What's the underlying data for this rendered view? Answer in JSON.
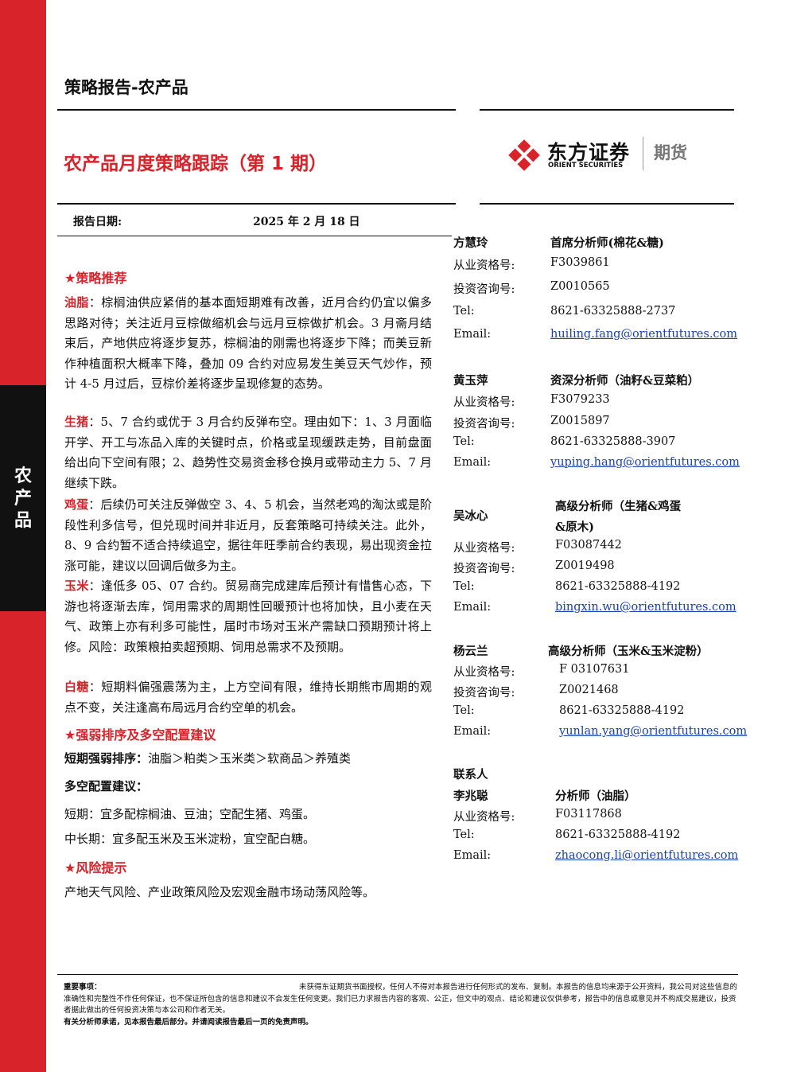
{
  "sidebar": {
    "label": "农\n产\n品"
  },
  "header": {
    "category": "策略报告-农产品",
    "title": "农产品月度策略跟踪（第 1 期）"
  },
  "logo": {
    "cn": "东方证券",
    "en": "ORIENT SECURITIES",
    "suffix": "期货",
    "brand_color": "#d8232a"
  },
  "report_date": {
    "label": "报告日期:",
    "value": "2025 年 2 月 18 日"
  },
  "sections": {
    "strategy_title": "★策略推荐",
    "oil_label": "油脂",
    "oil_text": "：棕榈油供应紧俏的基本面短期难有改善，近月合约仍宜以偏多思路对待；关注近月豆棕做缩机会与远月豆棕做扩机会。3 月斋月结束后，产地供应将逐步复苏，棕榈油的刚需也将逐步下降；而美豆新作种植面积大概率下降，叠加 09 合约对应易发生美豆天气炒作，预计 4-5 月过后，豆棕价差将逐步呈现修复的态势。",
    "hog_label": "生猪",
    "hog_text": "：5、7 合约或优于 3 月合约反弹布空。理由如下：1、3 月面临开学、开工与冻品入库的关键时点，价格或呈现缓跌走势，目前盘面给出向下空间有限；2、趋势性交易资金移仓换月或带动主力 5、7 月继续下跌。",
    "egg_label": "鸡蛋",
    "egg_text": "：后续仍可关注反弹做空 3、4、5 机会，当然老鸡的淘汰或是阶段性利多信号，但兑现时间并非近月，反套策略可持续关注。此外，8、9 合约暂不适合持续追空，据往年旺季前合约表现，易出现资金拉涨可能，建议以回调后做多为主。",
    "corn_label": "玉米",
    "corn_text": "：逢低多 05、07 合约。贸易商完成建库后预计有惜售心态，下游也将逐渐去库，饲用需求的周期性回暖预计也将加快，且小麦在天气、政策上亦有利多可能性，届时市场对玉米产需缺口预期预计将上修。风险：政策粮拍卖超预期、饲用总需求不及预期。",
    "sugar_label": "白糖",
    "sugar_text": "：短期料偏强震荡为主，上方空间有限，维持长期熊市周期的观点不变，关注逢高布局远月合约空单的机会。",
    "rank_title": "★强弱排序及多空配置建议",
    "rank_label": "短期强弱排序：",
    "rank_text": "油脂＞粕类＞玉米类＞软商品＞养殖类",
    "alloc_label": "多空配置建议：",
    "short_term": "短期：宜多配棕榈油、豆油；空配生猪、鸡蛋。",
    "mid_long_term": "中长期：宜多配玉米及玉米淀粉，宜空配白糖。",
    "risk_title": "★风险提示",
    "risk_text": "产地天气风险、产业政策风险及宏观金融市场动荡风险等。"
  },
  "analysts": [
    {
      "name": "方慧玲",
      "title": "首席分析师(棉花&糖)",
      "cert_label": "从业资格号:",
      "cert": "F3039861",
      "inv_label": "投资咨询号:",
      "inv": "Z0010565",
      "tel_label": "Tel:",
      "tel": "8621-63325888-2737",
      "email_label": "Email:",
      "email": "huiling.fang@orientfutures.com"
    },
    {
      "name": "黄玉萍",
      "title": "资深分析师（油籽&豆菜粕）",
      "cert_label": "从业资格号:",
      "cert": "F3079233",
      "inv_label": "投资咨询号:",
      "inv": "Z0015897",
      "tel_label": "Tel:",
      "tel": "8621-63325888-3907",
      "email_label": "Email:",
      "email": "yuping.hang@orientfutures.com"
    },
    {
      "name": "吴冰心",
      "title1": "高级分析师（生猪&鸡蛋",
      "title2": "&原木)",
      "cert_label": "从业资格号:",
      "cert": "F03087442",
      "inv_label": "投资咨询号:",
      "inv": "Z0019498",
      "tel_label": "Tel:",
      "tel": "8621-63325888-4192",
      "email_label": "Email:",
      "email": "bingxin.wu@orientfutures.com"
    },
    {
      "name": "杨云兰",
      "title": "高级分析师（玉米&玉米淀粉）",
      "cert_label": "从业资格号:",
      "cert": "F 03107631",
      "inv_label": "投资咨询号:",
      "inv": "Z0021468",
      "tel_label": "Tel:",
      "tel": "8621-63325888-4192",
      "email_label": "Email:",
      "email": "yunlan.yang@orientfutures.com"
    }
  ],
  "contact": {
    "heading": "联系人",
    "name": "李兆聪",
    "title": "分析师（油脂）",
    "cert_label": "从业资格号:",
    "cert": "F03117868",
    "tel_label": "Tel:",
    "tel": "8621-63325888-4192",
    "email_label": "Email:",
    "email": "zhaocong.li@orientfutures.com"
  },
  "disclaimer": {
    "label": "重要事项：",
    "text": "未获得东证期货书面授权，任何人不得对本报告进行任何形式的发布、复制。本报告的信息均来源于公开资料，我公司对这些信息的准确性和完整性不作任何保证，也不保证所包含的信息和建议不会发生任何变更。我们已力求报告内容的客观、公正，但文中的观点、结论和建议仅供参考，报告中的信息或意见并不构成交易建议，投资者据此做出的任何投资决策与本公司和作者无关。",
    "note": "有关分析师承诺，见本报告最后部分。并请阅读报告最后一页的免责声明。"
  }
}
